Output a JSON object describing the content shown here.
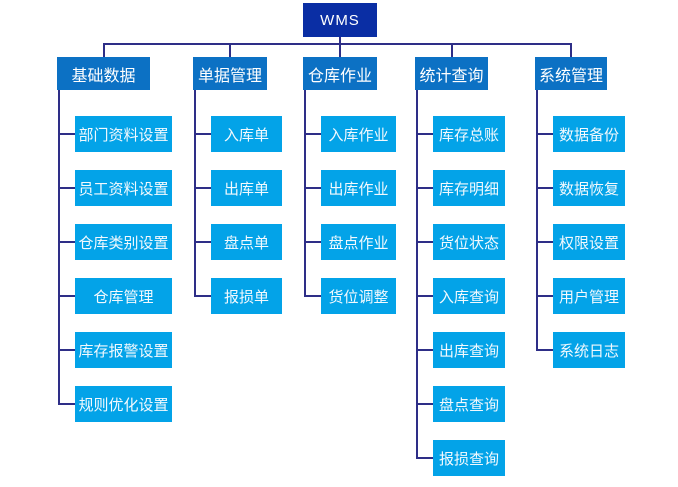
{
  "root": {
    "label": "WMS"
  },
  "branches": [
    {
      "label": "基础数据",
      "children": [
        "部门资料设置",
        "员工资料设置",
        "仓库类别设置",
        "仓库管理",
        "库存报警设置",
        "规则优化设置"
      ]
    },
    {
      "label": "单据管理",
      "children": [
        "入库单",
        "出库单",
        "盘点单",
        "报损单"
      ]
    },
    {
      "label": "仓库作业",
      "children": [
        "入库作业",
        "出库作业",
        "盘点作业",
        "货位调整"
      ]
    },
    {
      "label": "统计查询",
      "children": [
        "库存总账",
        "库存明细",
        "货位状态",
        "入库查询",
        "出库查询",
        "盘点查询",
        "报损查询"
      ]
    },
    {
      "label": "系统管理",
      "children": [
        "数据备份",
        "数据恢复",
        "权限设置",
        "用户管理",
        "系统日志"
      ]
    }
  ],
  "colors": {
    "root": "#0a2ea4",
    "branch": "#0c71c4",
    "leaf": "#03a3e8",
    "line": "#2e2e87",
    "text": "#ffffff",
    "background": "#ffffff"
  }
}
